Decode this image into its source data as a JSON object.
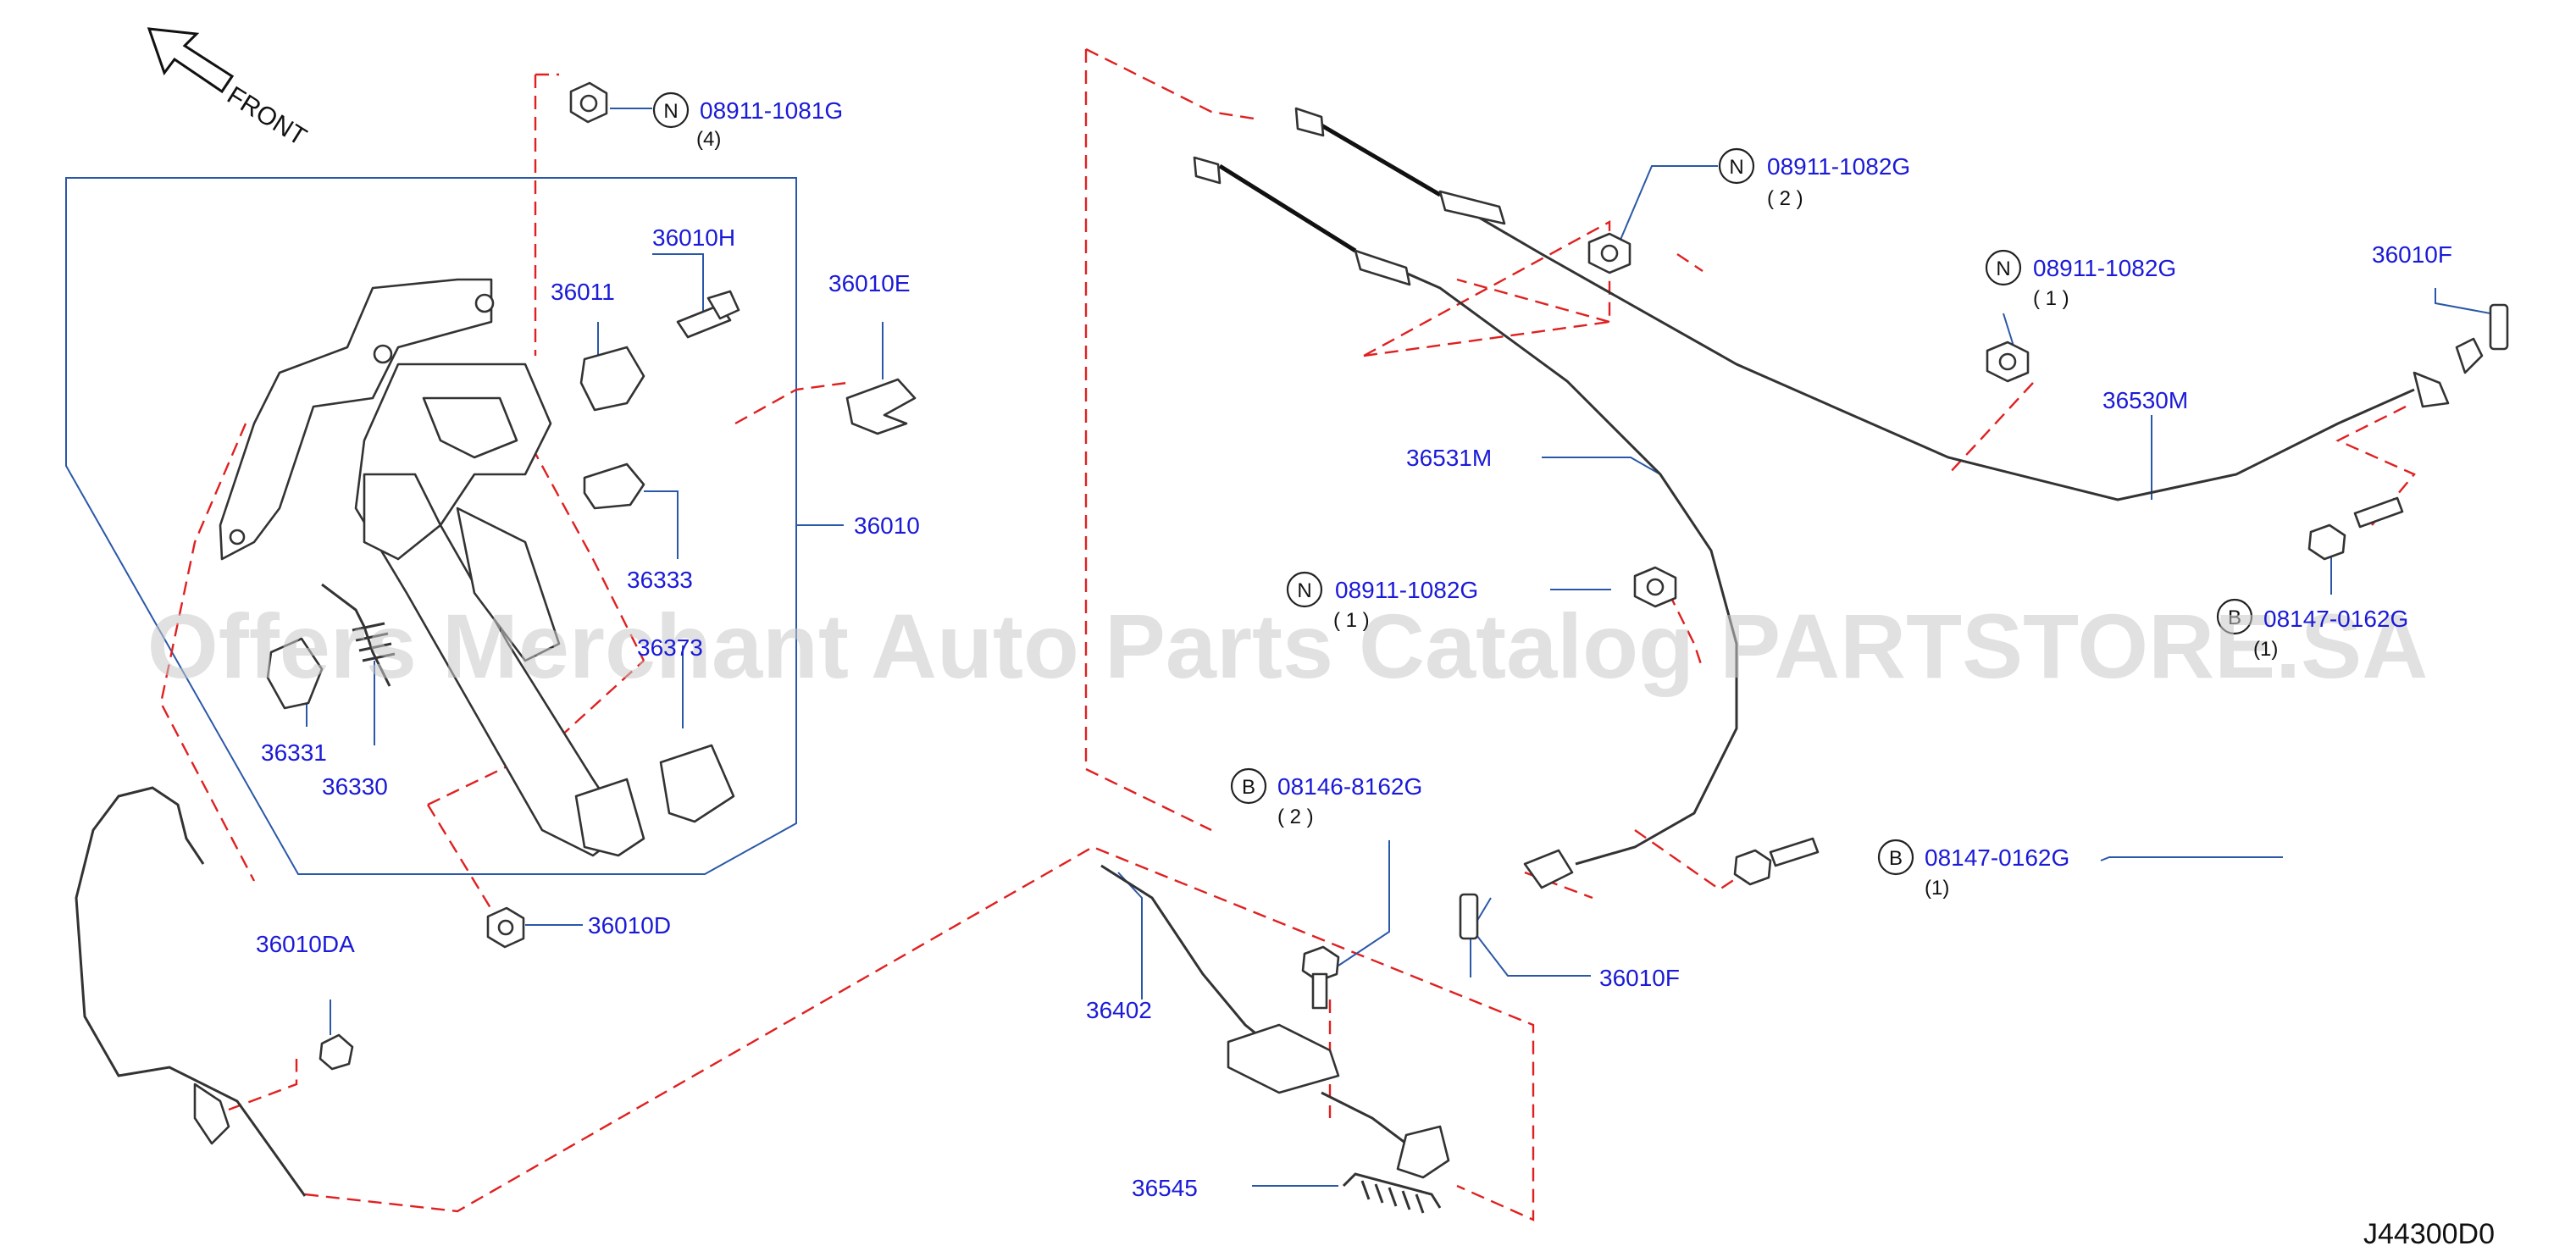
{
  "diagram": {
    "front_label": "FRONT",
    "drawing_code": "J44300D0",
    "watermark": "Offers Merchant Auto Parts Catalog PARTSTORE.SA",
    "parts": [
      {
        "id": "p_08911_1081G_a",
        "number": "08911-1081G",
        "badge": "N",
        "qty": "(4)"
      },
      {
        "id": "p_36010H",
        "number": "36010H"
      },
      {
        "id": "p_36011",
        "number": "36011"
      },
      {
        "id": "p_36010E",
        "number": "36010E"
      },
      {
        "id": "p_36010",
        "number": "36010"
      },
      {
        "id": "p_36333",
        "number": "36333"
      },
      {
        "id": "p_36373",
        "number": "36373"
      },
      {
        "id": "p_36331",
        "number": "36331"
      },
      {
        "id": "p_36330",
        "number": "36330"
      },
      {
        "id": "p_36010D",
        "number": "36010D"
      },
      {
        "id": "p_36010DA",
        "number": "36010DA"
      },
      {
        "id": "p_08911_1082G_b",
        "number": "08911-1082G",
        "badge": "N",
        "qty": "( 2 )"
      },
      {
        "id": "p_08911_1082G_c",
        "number": "08911-1082G",
        "badge": "N",
        "qty": "( 1 )"
      },
      {
        "id": "p_36010F_a",
        "number": "36010F"
      },
      {
        "id": "p_36530M",
        "number": "36530M"
      },
      {
        "id": "p_36531M",
        "number": "36531M"
      },
      {
        "id": "p_08147_0162G_a",
        "number": "08147-0162G",
        "badge": "B",
        "qty": "(1)"
      },
      {
        "id": "p_08911_1082G_d",
        "number": "08911-1082G",
        "badge": "N",
        "qty": "( 1 )"
      },
      {
        "id": "p_08146_8162G",
        "number": "08146-8162G",
        "badge": "B",
        "qty": "( 2 )"
      },
      {
        "id": "p_08147_0162G_b",
        "number": "08147-0162G",
        "badge": "B",
        "qty": "(1)"
      },
      {
        "id": "p_36010F_b",
        "number": "36010F"
      },
      {
        "id": "p_36402",
        "number": "36402"
      },
      {
        "id": "p_36545",
        "number": "36545"
      }
    ]
  }
}
